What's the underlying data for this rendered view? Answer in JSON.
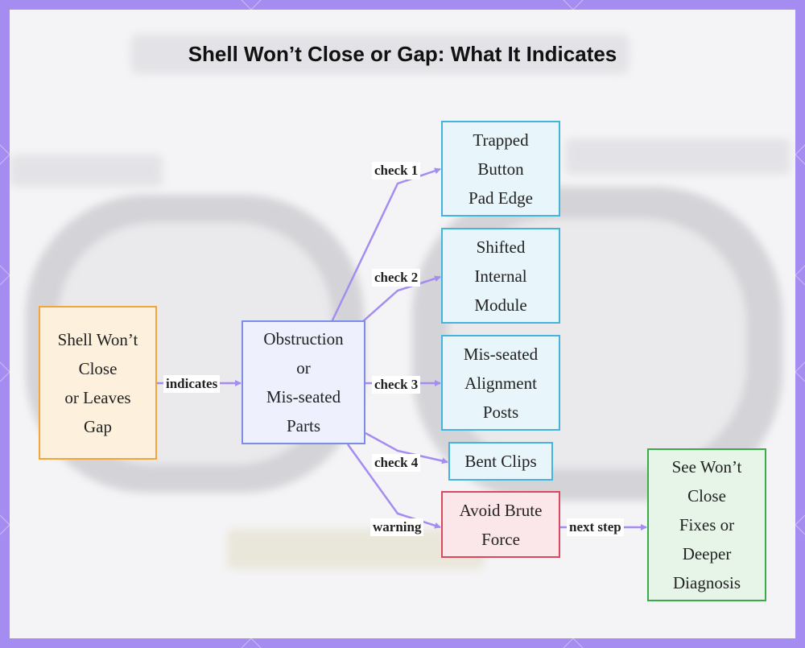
{
  "title": "Shell Won’t Close or Gap: What It Indicates",
  "nodes": {
    "symptom": [
      "Shell Won’t",
      "Close",
      "or Leaves",
      "Gap"
    ],
    "cause": [
      "Obstruction",
      "or",
      "Mis-seated",
      "Parts"
    ],
    "check1": [
      "Trapped",
      "Button",
      "Pad Edge"
    ],
    "check2": [
      "Shifted",
      "Internal",
      "Module"
    ],
    "check3": [
      "Mis-seated",
      "Alignment",
      "Posts"
    ],
    "check4": [
      "Bent Clips"
    ],
    "warning": [
      "Avoid Brute",
      "Force"
    ],
    "next": [
      "See Won’t",
      "Close",
      "Fixes or",
      "Deeper",
      "Diagnosis"
    ]
  },
  "edges": {
    "indicates": "indicates",
    "check1": "check 1",
    "check2": "check 2",
    "check3": "check 3",
    "check4": "check 4",
    "warning": "warning",
    "next_step": "next step"
  },
  "colors": {
    "frame": "#a58cf0",
    "edge": "#a58cf0",
    "orange": "#f0a63c",
    "lavender": "#7b8de8",
    "cyan": "#45b4dc",
    "red": "#d9485c",
    "green": "#3aaa4a"
  }
}
